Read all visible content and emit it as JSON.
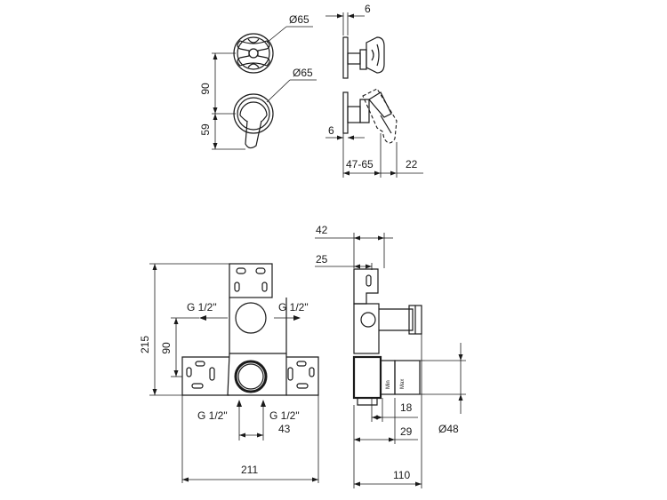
{
  "top_view": {
    "dia_handle": "Ø65",
    "dia_lever": "Ø65",
    "dim_center": "90",
    "dim_lower": "59",
    "dim_plate_top": "6",
    "dim_plate_bottom": "6",
    "dim_depth": "47-65",
    "dim_tip": "22"
  },
  "front_view": {
    "height": "215",
    "center": "90",
    "outlet_left": "G 1/2\"",
    "outlet_right": "G 1/2\"",
    "inlet_left": "G 1/2\"",
    "inlet_right": "G 1/2\"",
    "spacing": "43",
    "width": "211"
  },
  "side_view": {
    "dim_42": "42",
    "dim_25": "25",
    "dim_18": "18",
    "dim_29": "29",
    "dia": "Ø48",
    "dim_110": "110",
    "label_min": "Min",
    "label_max": "Max"
  }
}
